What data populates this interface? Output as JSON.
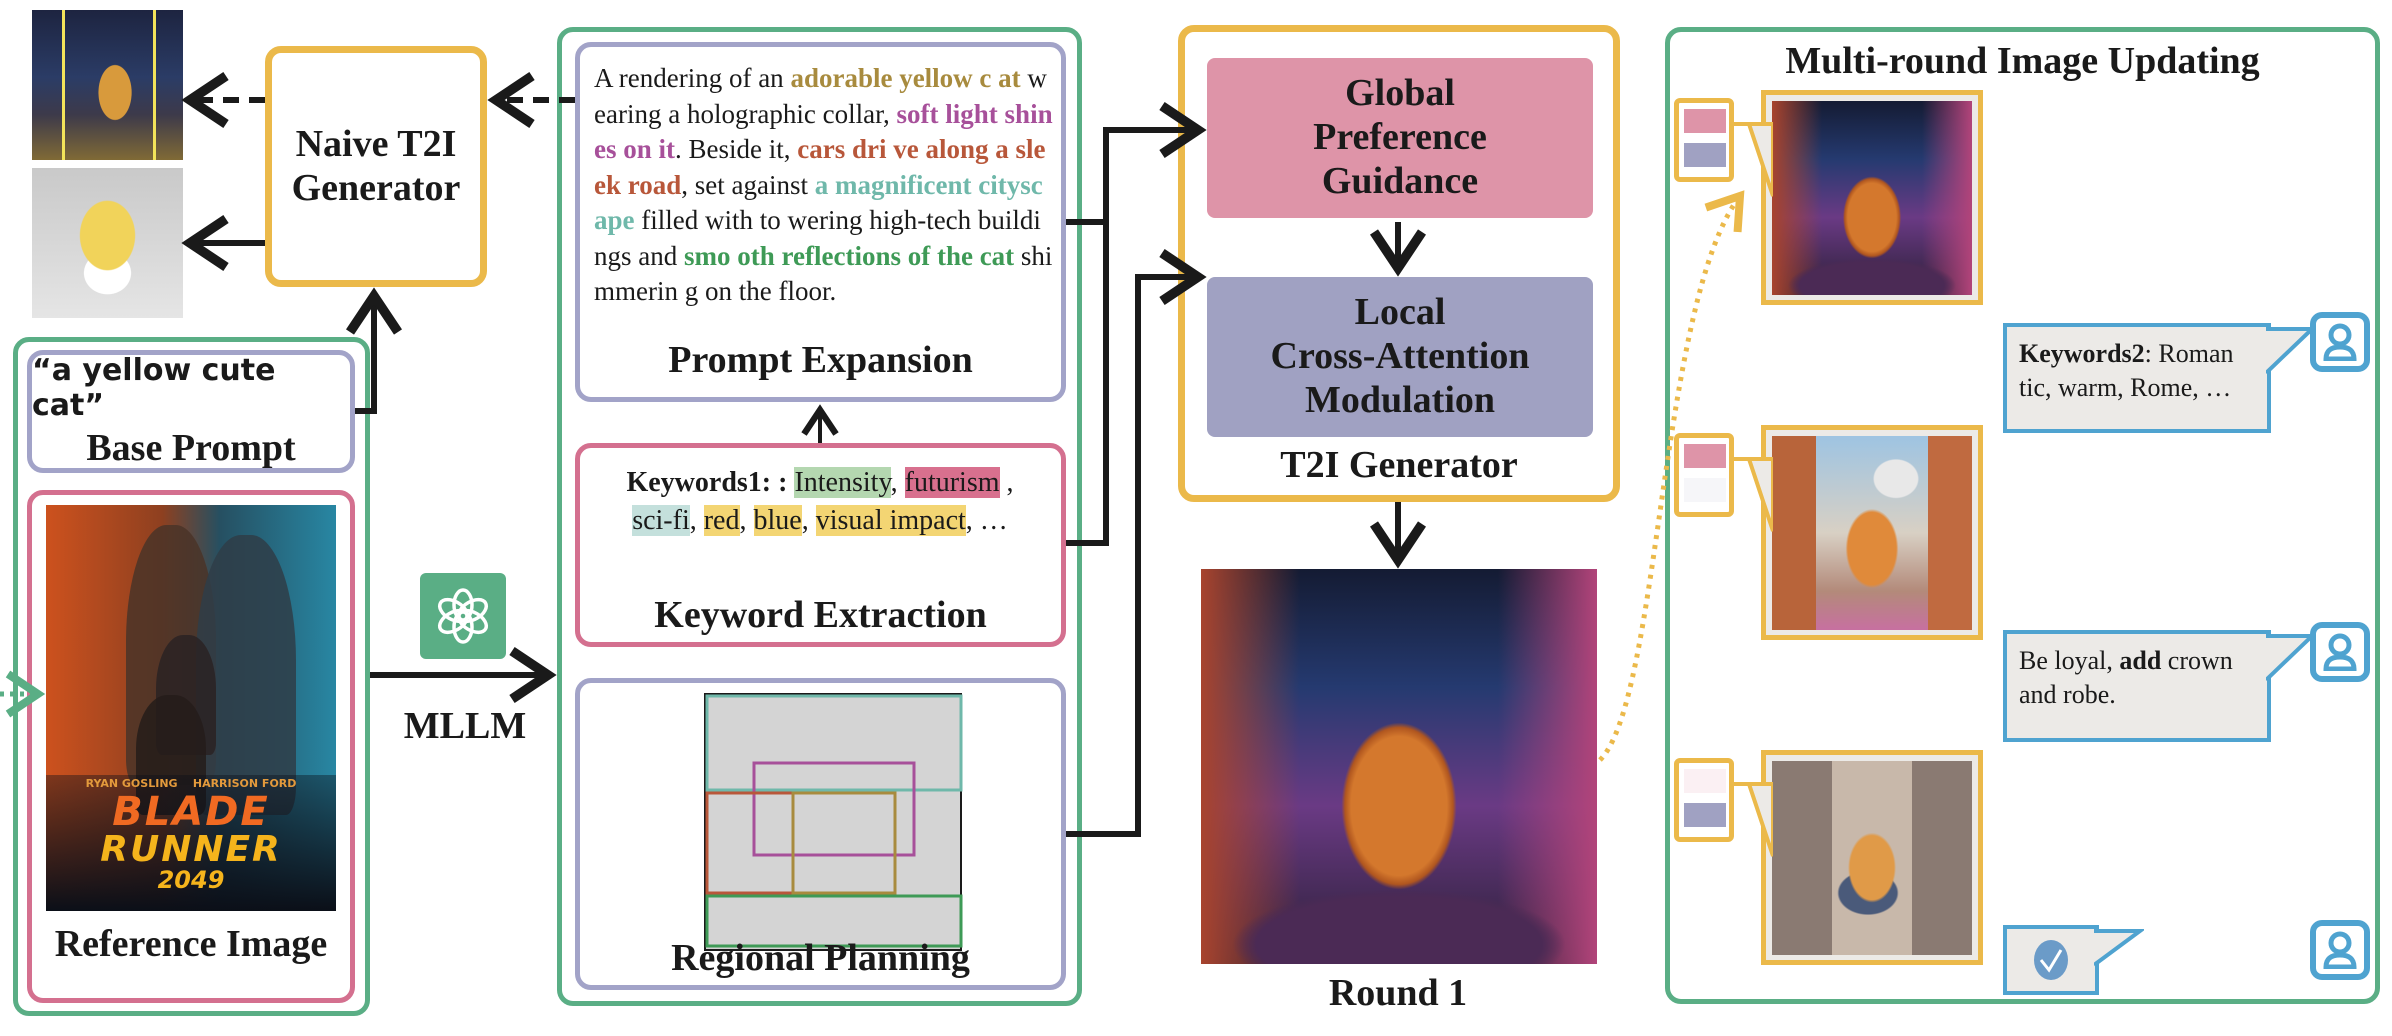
{
  "naive_generator": {
    "title_line1": "Naive T2I",
    "title_line2": "Generator",
    "outputs": [
      {
        "desc": "yellow cat in neon city (from expanded prompt, dashed)"
      },
      {
        "desc": "plush yellow cat (from base prompt)"
      }
    ]
  },
  "base_prompt": {
    "quote": "“a yellow cute cat”",
    "label": "Base Prompt"
  },
  "reference_image": {
    "label": "Reference Image",
    "poster_credits": "RYAN GOSLING    HARRISON FORD",
    "poster_title_line1": "BLADE",
    "poster_title_line2": "RUNNER",
    "poster_title_line3": "2049"
  },
  "mllm": {
    "label": "MLLM",
    "icon": "openai-logo-icon"
  },
  "prompt_expansion": {
    "label": "Prompt Expansion",
    "segments": [
      {
        "text": "A rendering of an ",
        "color": "#1a1a1a",
        "bold": false
      },
      {
        "text": "adorable yellow c at",
        "color": "#a88b3e",
        "bold": true
      },
      {
        "text": " wearing a holographic collar,  ",
        "color": "#1a1a1a",
        "bold": false
      },
      {
        "text": "soft light shines on it",
        "color": "#a7509a",
        "bold": true
      },
      {
        "text": ". Beside it, ",
        "color": "#1a1a1a",
        "bold": false
      },
      {
        "text": "cars dri ve along a sleek road",
        "color": "#b8573a",
        "bold": true
      },
      {
        "text": ", set against ",
        "color": "#1a1a1a",
        "bold": false
      },
      {
        "text": "a magnificent cityscape",
        "color": "#6fb8aa",
        "bold": true
      },
      {
        "text": " filled with to wering high-tech buildings and ",
        "color": "#1a1a1a",
        "bold": false
      },
      {
        "text": "smo oth reflections of the cat",
        "color": "#3e9a56",
        "bold": true
      },
      {
        "text": " shimmerin g on the floor.",
        "color": "#1a1a1a",
        "bold": false
      }
    ]
  },
  "keyword_extraction": {
    "label": "Keyword Extraction",
    "prefix": "Keywords1: :",
    "keywords": [
      {
        "text": "Intensity",
        "highlight": "#b4d7b0",
        "sep": ","
      },
      {
        "text": "futurism",
        "highlight": "#d8708e",
        "sep": " ,"
      },
      {
        "text": "sci-fi",
        "highlight": "#c4e0dc",
        "sep": ","
      },
      {
        "text": "red",
        "highlight": "#f3d573",
        "sep": ","
      },
      {
        "text": "blue",
        "highlight": "#f3d573",
        "sep": ","
      },
      {
        "text": "visual impact",
        "highlight": "#f3d573",
        "sep": ", …"
      }
    ]
  },
  "regional_planning": {
    "label": "Regional Planning",
    "regions": [
      {
        "name": "cityscape",
        "color": "#6fb8aa"
      },
      {
        "name": "soft-light",
        "color": "#a7509a"
      },
      {
        "name": "cars",
        "color": "#b8573a"
      },
      {
        "name": "cat",
        "color": "#a88b3e"
      },
      {
        "name": "reflections",
        "color": "#3e9a56"
      }
    ]
  },
  "t2i_generator": {
    "label": "T2I Generator",
    "global_line1": "Global",
    "global_line2": "Preference",
    "global_line3": "Guidance",
    "local_line1": "Local",
    "local_line2": "Cross-Attention",
    "local_line3": "Modulation",
    "global_color": "#de94a8",
    "local_color": "#a0a1c2"
  },
  "round1": {
    "label": "Round 1"
  },
  "multi_round": {
    "title": "Multi-round Image Updating",
    "rounds": [
      {
        "global_on": true,
        "local_on": true
      },
      {
        "global_on": true,
        "local_on": false
      },
      {
        "global_on": false,
        "local_on": true
      }
    ],
    "feedback": [
      {
        "bold": "Keywords2",
        "text": ": Roman tic, warm, Rome, …"
      },
      {
        "pre": "Be loyal, ",
        "bold": "add",
        "post": " crown and robe."
      }
    ],
    "accept_icon": "check-circle-icon",
    "user_icon": "user-icon"
  },
  "colors": {
    "green": "#5aae85",
    "lavender": "#a2a3c8",
    "pink": "#d4708f",
    "gold": "#ebb94a",
    "blue": "#4fa3d0"
  }
}
